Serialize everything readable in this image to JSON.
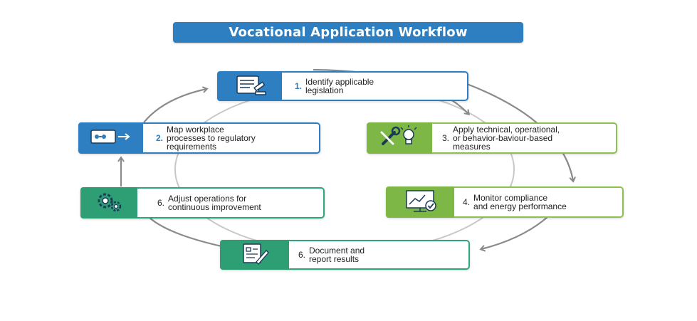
{
  "title": "Vocational Application Workflow",
  "steps": [
    {
      "number": "1.",
      "label": "Identify applicable\nlegislation",
      "icon": "scroll-gavel-icon",
      "color": "#2e7fc1"
    },
    {
      "number": "2.",
      "label": "Map workplace\nprocesses to regulatory\nrequirements",
      "icon": "process-map-icon",
      "color": "#2e7fc1"
    },
    {
      "number": "3.",
      "label": "Apply technical, operational,\nor behavior-baviour-based\nmeasures",
      "icon": "wrench-lightbulb-icon",
      "color": "#7db846"
    },
    {
      "number": "4.",
      "label": "Monitor compliance\nand energy performance",
      "icon": "chart-check-icon",
      "color": "#7db846"
    },
    {
      "number": "6.",
      "label": "Document and\nreport results",
      "icon": "document-pen-icon",
      "color": "#2e9f75"
    },
    {
      "number": "6.",
      "label": "Adjust operations for\ncontinuous improvement",
      "icon": "gears-icon",
      "color": "#2e9f75"
    }
  ],
  "colors": {
    "blue": "#2e7fc1",
    "green": "#7db846",
    "teal": "#2e9f75",
    "ring": "#8a8a8a"
  }
}
